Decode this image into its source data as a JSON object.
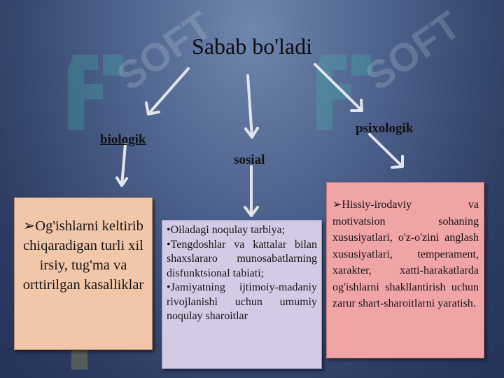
{
  "title": "Sabab bo'ladi",
  "branches": {
    "biologik": {
      "label": "biologik",
      "box_marker": "➢",
      "box_text": "Og'ishlarni keltirib chiqaradigan turli xil irsiy, tug'ma va orttirilgan kasalliklar"
    },
    "sosial": {
      "label": "sosial",
      "items": [
        "•Oiladagi noqulay tarbiya;",
        "•Tengdoshlar va kattalar bilan shaxslararo munosabatlarning disfunktsional tabiati;",
        "•Jamiyatning ijtimoiy-madaniy rivojlanishi uchun umumiy noqulay sharoitlar"
      ]
    },
    "psixologik": {
      "label": "psixologik",
      "box_marker": "➢",
      "box_text": "Hissiy-irodaviy va motivatsion sohaning xususiyatlari, o'z-o'zini anglash xususiyatlari, temperament, xarakter, xatti-harakatlarda og'ishlarni shakllantirish uchun zarur shart-sharoitlarni yaratish."
    }
  },
  "watermark": {
    "text": "SOFT",
    "icon": "sofi-logo-icon"
  },
  "colors": {
    "background": "#3b4c74",
    "bio_box": "#f2c6a8",
    "sos_box": "#d3cbe5",
    "psi_box": "#f0a4a6",
    "arrow": "#e2e4ec"
  }
}
